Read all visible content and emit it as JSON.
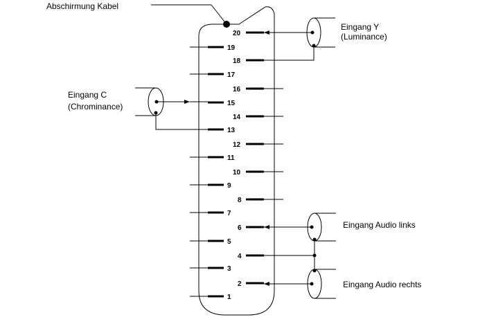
{
  "labels": {
    "shield": "Abschirmung Kabel",
    "input_y_line1": "Eingang Y",
    "input_y_line2": "(Luminance)",
    "input_c_line1": "Eingang C",
    "input_c_line2": "(Chrominance)",
    "audio_left": "Eingang Audio links",
    "audio_right": "Eingang Audio rechts"
  },
  "pins": {
    "p1": "1",
    "p2": "2",
    "p3": "3",
    "p4": "4",
    "p5": "5",
    "p6": "6",
    "p7": "7",
    "p8": "8",
    "p9": "9",
    "p10": "10",
    "p11": "11",
    "p12": "12",
    "p13": "13",
    "p14": "14",
    "p15": "15",
    "p16": "16",
    "p17": "17",
    "p18": "18",
    "p19": "19",
    "p20": "20"
  }
}
